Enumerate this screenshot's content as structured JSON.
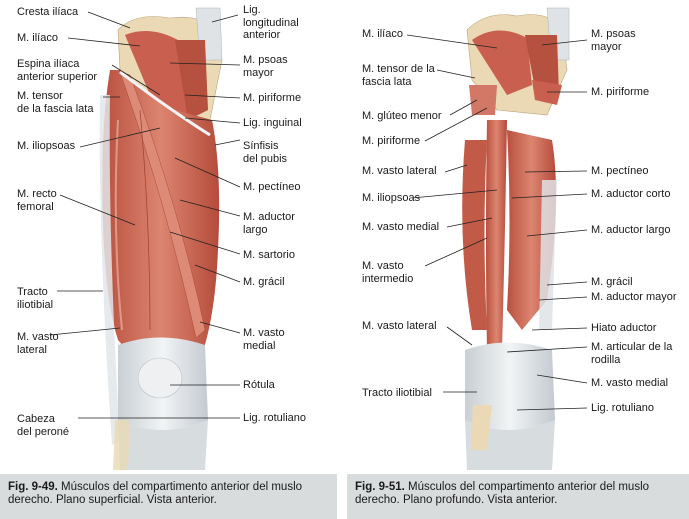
{
  "left": {
    "labels": {
      "cresta_iliaca": "Cresta ilíaca",
      "m_iliaco": "M. ilíaco",
      "espina_iliaca": "Espina ilíaca\nanterior superior",
      "m_tensor": "M. tensor\nde la fascia lata",
      "m_iliopsoas": "M. iliopsoas",
      "m_recto_femoral": "M. recto\nfemoral",
      "tracto_iliotibial": "Tracto\niliotibial",
      "m_vasto_lateral": "M. vasto\nlateral",
      "cabeza_perone": "Cabeza\ndel peroné",
      "lig_longitudinal": "Lig.\nlongitudinal\nanterior",
      "m_psoas_mayor": "M. psoas\nmayor",
      "m_piriforme": "M. piriforme",
      "lig_inguinal": "Lig. inguinal",
      "sinfisis_pubis": "Sínfisis\ndel pubis",
      "m_pectineo": "M. pectíneo",
      "m_aductor_largo": "M. aductor\nlargo",
      "m_sartorio": "M. sartorio",
      "m_gracil": "M. grácil",
      "m_vasto_medial": "M. vasto\nmedial",
      "rotula": "Rótula",
      "lig_rotuliano": "Lig. rotuliano"
    },
    "caption": {
      "fig": "Fig. 9-49.",
      "text": " Músculos del compartimento anterior del muslo derecho. Plano superficial. Vista anterior."
    }
  },
  "right": {
    "labels": {
      "m_iliaco": "M. ilíaco",
      "m_tensor": "M. tensor de la\nfascia lata",
      "m_gluteo_menor": "M. glúteo menor",
      "m_piriforme_l": "M. piriforme",
      "m_vasto_lateral_top": "M. vasto lateral",
      "m_iliopsoas": "M. iliopsoas",
      "m_vasto_medial_l": "M. vasto medial",
      "m_vasto_intermedio": "M. vasto\nintermedio",
      "m_vasto_lateral_low": "M. vasto lateral",
      "tracto_iliotibial": "Tracto iliotibial",
      "m_psoas_mayor": "M. psoas\nmayor",
      "m_piriforme_r": "M. piriforme",
      "m_pectineo": "M. pectíneo",
      "m_aductor_corto": "M. aductor corto",
      "m_aductor_largo": "M. aductor largo",
      "m_gracil": "M. grácil",
      "m_aductor_mayor": "M. aductor mayor",
      "hiato_aductor": "Hiato aductor",
      "m_articular_rodilla": "M. articular de la\nrodilla",
      "m_vasto_medial_r": "M. vasto medial",
      "lig_rotuliano": "Lig. rotuliano"
    },
    "caption": {
      "fig": "Fig. 9-51.",
      "text": " Músculos del compartimento anterior del muslo derecho. Plano profundo. Vista anterior."
    }
  },
  "colors": {
    "muscle": "#c9604f",
    "muscle_light": "#dd8a76",
    "tendon": "#dfe3e6",
    "bone": "#ead9b4",
    "caption_bg": "#d9dcdd"
  }
}
